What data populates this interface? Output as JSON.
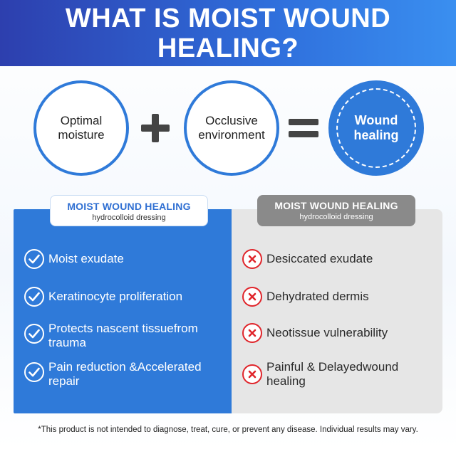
{
  "header": {
    "title": "WHAT IS MOIST WOUND HEALING?"
  },
  "equation": {
    "term1": "Optimal moisture",
    "term2": "Occlusive environment",
    "result": "Wound healing"
  },
  "left_panel": {
    "title": "MOIST WOUND HEALING",
    "subtitle": "hydrocolloid dressing",
    "items": [
      "Moist exudate",
      "Keratinocyte proliferation",
      "Protects nascent tissuefrom trauma",
      "Pain reduction &Accelerated repair"
    ]
  },
  "right_panel": {
    "title": "MOIST WOUND HEALING",
    "subtitle": "hydrocolloid dressing",
    "items": [
      "Desiccated exudate",
      "Dehydrated dermis",
      "Neotissue vulnerability",
      "Painful & Delayedwound healing"
    ]
  },
  "disclaimer": "*This product is not intended to diagnose, treat, cure, or prevent any disease. Individual results may vary.",
  "colors": {
    "brand_blue": "#2f7ad9",
    "header_dark": "#2d3fae",
    "negative_red": "#e0252b",
    "panel_gray": "#e6e6e6"
  }
}
